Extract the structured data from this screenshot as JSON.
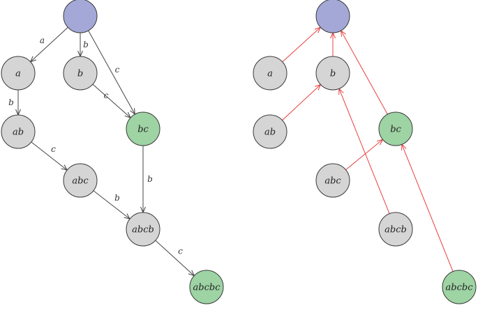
{
  "colors": {
    "root_fill": "#a3a8d6",
    "node_fill": "#d5d5d5",
    "accept_fill": "#9ed3a4",
    "node_stroke": "#3a3a3a",
    "trie_edge": "#444444",
    "suffix_link": "#e8403f"
  },
  "left_diagram": {
    "nodes": [
      {
        "id": "root",
        "label": "",
        "kind": "root"
      },
      {
        "id": "a",
        "label": "a",
        "kind": "normal"
      },
      {
        "id": "b",
        "label": "b",
        "kind": "normal"
      },
      {
        "id": "ab",
        "label": "ab",
        "kind": "normal"
      },
      {
        "id": "bc",
        "label": "bc",
        "kind": "accept"
      },
      {
        "id": "abc",
        "label": "abc",
        "kind": "normal"
      },
      {
        "id": "abcb",
        "label": "abcb",
        "kind": "normal"
      },
      {
        "id": "abcbc",
        "label": "abcbc",
        "kind": "accept"
      }
    ],
    "edges": [
      {
        "from": "root",
        "to": "a",
        "label": "a"
      },
      {
        "from": "root",
        "to": "b",
        "label": "b"
      },
      {
        "from": "root",
        "to": "bc",
        "label": "c"
      },
      {
        "from": "a",
        "to": "ab",
        "label": "b"
      },
      {
        "from": "b",
        "to": "bc",
        "label": "c"
      },
      {
        "from": "ab",
        "to": "abc",
        "label": "c"
      },
      {
        "from": "bc",
        "to": "abcb",
        "label": "b"
      },
      {
        "from": "abc",
        "to": "abcb",
        "label": "b"
      },
      {
        "from": "abcb",
        "to": "abcbc",
        "label": "c"
      }
    ]
  },
  "right_diagram": {
    "nodes": [
      {
        "id": "root",
        "label": "",
        "kind": "root"
      },
      {
        "id": "a",
        "label": "a",
        "kind": "normal"
      },
      {
        "id": "b",
        "label": "b",
        "kind": "normal"
      },
      {
        "id": "ab",
        "label": "ab",
        "kind": "normal"
      },
      {
        "id": "bc",
        "label": "bc",
        "kind": "accept"
      },
      {
        "id": "abc",
        "label": "abc",
        "kind": "normal"
      },
      {
        "id": "abcb",
        "label": "abcb",
        "kind": "normal"
      },
      {
        "id": "abcbc",
        "label": "abcbc",
        "kind": "accept"
      }
    ],
    "links": [
      {
        "from": "a",
        "to": "root"
      },
      {
        "from": "b",
        "to": "root"
      },
      {
        "from": "bc",
        "to": "root"
      },
      {
        "from": "ab",
        "to": "b"
      },
      {
        "from": "abcb",
        "to": "b"
      },
      {
        "from": "abc",
        "to": "bc"
      },
      {
        "from": "abcbc",
        "to": "bc"
      }
    ]
  }
}
